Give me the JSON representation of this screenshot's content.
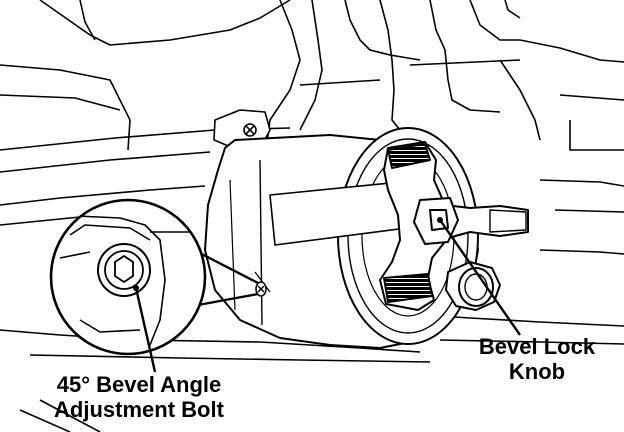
{
  "diagram": {
    "callouts": {
      "bolt": {
        "line1": "45° Bevel Angle",
        "line2": "Adjustment Bolt"
      },
      "knob": {
        "line1": "Bevel Lock",
        "line2": "Knob"
      }
    },
    "colors": {
      "ink": "#000000",
      "paper": "#ffffff",
      "shade": "#d9d9d9"
    }
  }
}
